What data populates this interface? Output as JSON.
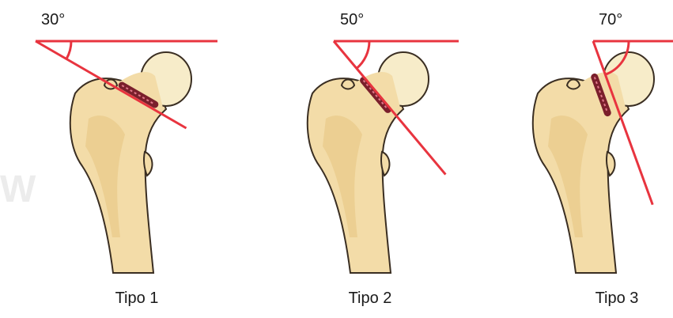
{
  "colors": {
    "bone_fill": "#f3dca8",
    "bone_shade": "#e6c47f",
    "bone_outline": "#3a2e22",
    "femoral_head": "#f7ecc9",
    "angle_line": "#e8343f",
    "fracture": "#7a1f2c"
  },
  "watermark": "W",
  "panels": [
    {
      "angle": "30°",
      "angle_deg": 30,
      "type": "Tipo 1"
    },
    {
      "angle": "50°",
      "angle_deg": 50,
      "type": "Tipo 2"
    },
    {
      "angle": "70°",
      "angle_deg": 70,
      "type": "Tipo 3"
    }
  ]
}
